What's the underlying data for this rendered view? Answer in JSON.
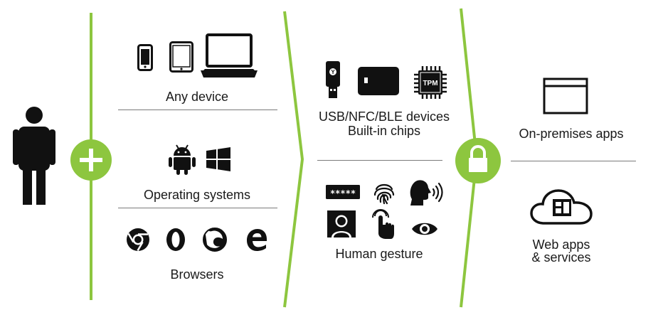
{
  "colors": {
    "accent": "#8dc63f",
    "ink": "#111111",
    "rule": "#7a7a7a"
  },
  "devices": {
    "label": "Any device",
    "icons": [
      "smartphone-icon",
      "tablet-icon",
      "laptop-icon"
    ]
  },
  "operating_systems": {
    "label": "Operating systems",
    "icons": [
      "android-icon",
      "windows-icon"
    ]
  },
  "browsers": {
    "label": "Browsers",
    "icons": [
      "chrome-icon",
      "opera-icon",
      "firefox-icon",
      "edge-icon"
    ]
  },
  "authenticators": {
    "label_line1": "USB/NFC/BLE devices",
    "label_line2": "Built-in chips",
    "tpm_text": "TPM",
    "key_letter": "Y",
    "icons": [
      "security-key-icon",
      "smart-card-icon",
      "tpm-chip-icon"
    ]
  },
  "gestures": {
    "label": "Human gesture",
    "pin_text": "*****",
    "icons": [
      "pin-icon",
      "fingerprint-icon",
      "voice-icon",
      "face-icon",
      "touch-icon",
      "eye-icon"
    ]
  },
  "apps": {
    "on_prem_label": "On-premises apps",
    "web_label_line1": "Web apps",
    "web_label_line2": "& services",
    "icons": [
      "window-icon",
      "cloud-icon",
      "lock-icon",
      "plus-icon",
      "person-icon"
    ]
  }
}
